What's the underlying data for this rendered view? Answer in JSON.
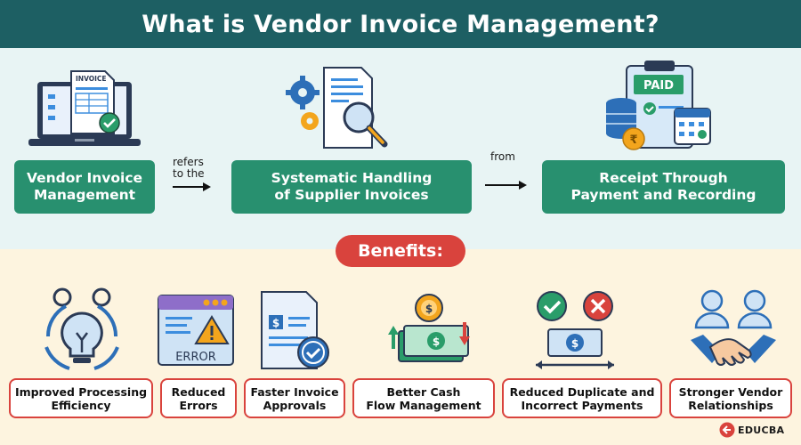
{
  "title": "What is Vendor Invoice Management?",
  "definition": {
    "boxes": [
      "Vendor Invoice\nManagement",
      "Systematic Handling\nof Supplier Invoices",
      "Receipt Through\nPayment and Recording"
    ],
    "connectors": [
      "refers\nto the",
      "from"
    ],
    "icons": [
      "laptop-invoice-icon",
      "document-search-gear-icon",
      "paid-clipboard-calendar-icon"
    ]
  },
  "benefits_label": "Benefits:",
  "benefits": [
    {
      "label": "Improved Processing\nEfficiency",
      "icon": "lightbulb-gear-icon"
    },
    {
      "label": "Reduced\nErrors",
      "icon": "error-window-icon"
    },
    {
      "label": "Faster Invoice\nApprovals",
      "icon": "approved-document-icon"
    },
    {
      "label": "Better Cash\nFlow Management",
      "icon": "cash-flow-icon"
    },
    {
      "label": "Reduced Duplicate and\nIncorrect Payments",
      "icon": "check-cross-payment-icon"
    },
    {
      "label": "Stronger Vendor\nRelationships",
      "icon": "handshake-people-icon"
    }
  ],
  "icon_texts": {
    "invoice": "INVOICE",
    "error": "ERROR",
    "paid": "PAID"
  },
  "brand": "EDUCBA",
  "colors": {
    "header": "#1d5f63",
    "box": "#28906f",
    "accent": "#d9433d",
    "icon_blue": "#3c8dde"
  }
}
